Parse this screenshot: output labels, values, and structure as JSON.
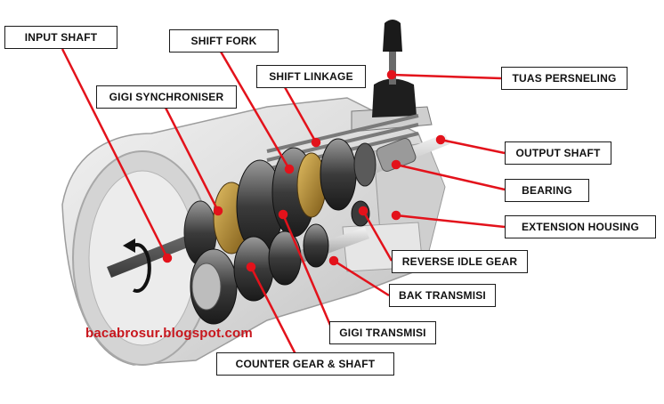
{
  "labels": {
    "input_shaft": "INPUT SHAFT",
    "shift_fork": "SHIFT FORK",
    "shift_linkage": "SHIFT LINKAGE",
    "gigi_synchroniser": "GIGI SYNCHRONISER",
    "tuas_persneling": "TUAS PERSNELING",
    "output_shaft": "OUTPUT SHAFT",
    "bearing": "BEARING",
    "extension_housing": "EXTENSION HOUSING",
    "reverse_idle_gear": "REVERSE IDLE GEAR",
    "bak_transmisi": "BAK TRANSMISI",
    "gigi_transmisi": "GIGI TRANSMISI",
    "counter_gear_shaft": "COUNTER GEAR & SHAFT"
  },
  "watermark": "bacabrosur.blogspot.com",
  "colors": {
    "leader_line": "#e3121b",
    "label_border": "#1a1a1a",
    "watermark": "#c8161d",
    "metal_light": "#d8d8d8",
    "metal_dark": "#3a3a3a",
    "brass": "#b38a2e"
  }
}
